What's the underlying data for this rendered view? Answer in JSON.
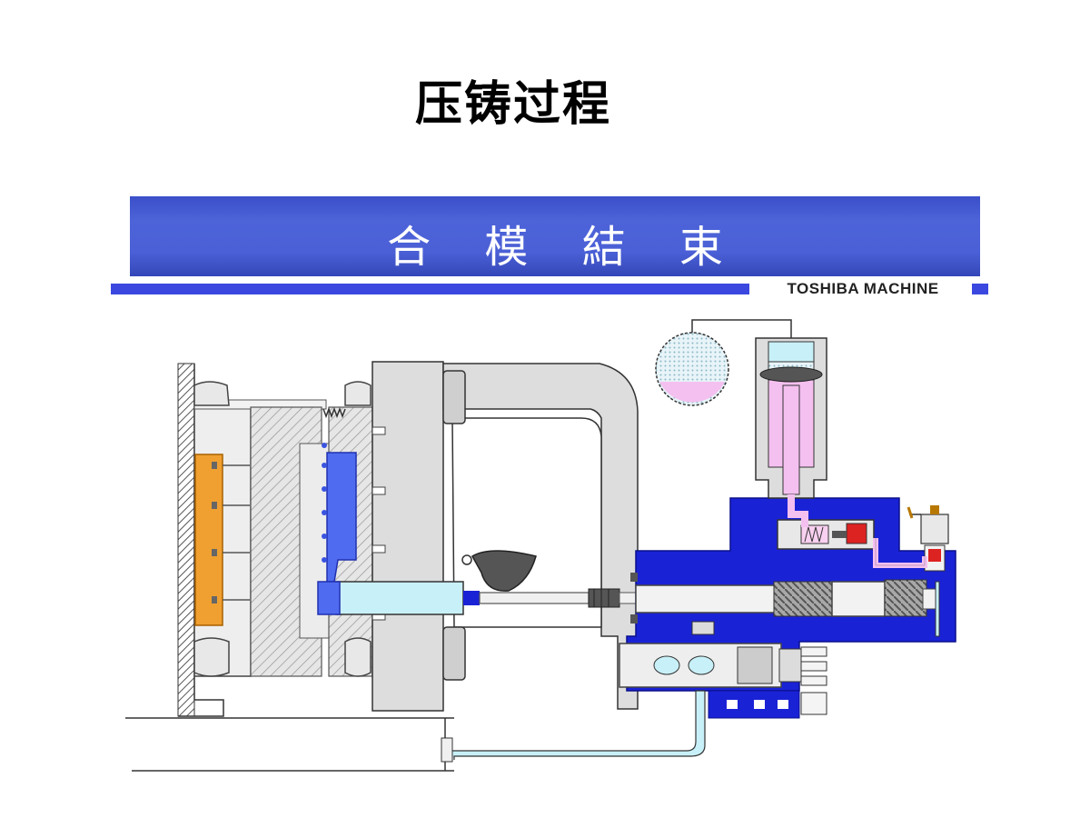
{
  "page": {
    "title": "压铸过程"
  },
  "banner": {
    "title": "合 模 結 束"
  },
  "brand": {
    "name": "TOSHIBA MACHINE"
  },
  "colors": {
    "banner_blue": "#4b60d6",
    "accent_blue": "#3b48e0",
    "hydraulic_blue": "#1a22d6",
    "machine_grey": "#dcdcdc",
    "orange_plate": "#f0a030",
    "pink_fluid": "#f4c0f0",
    "light_cyan": "#c8f0f8"
  }
}
